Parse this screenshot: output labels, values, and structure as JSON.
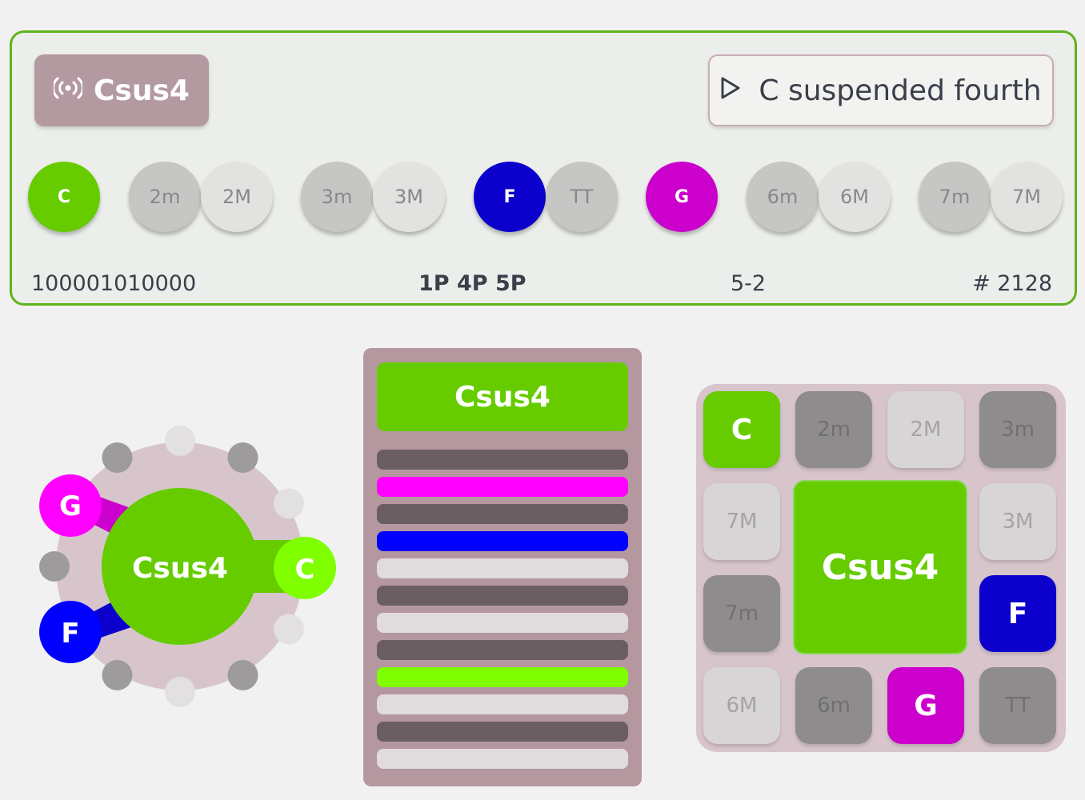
{
  "chord": {
    "symbol": "Csus4",
    "full_name": "C suspended fourth",
    "binary": "100001010000",
    "intervals_formula": "1P 4P 5P",
    "forte": "5-2",
    "number": "# 2128"
  },
  "icons": {
    "broadcast": "broadcast-icon",
    "play": "play-icon"
  },
  "colors": {
    "card_border": "#5fb31c",
    "root": "#66cc00",
    "fourth": "#0b00cc",
    "fifth": "#cc00cc",
    "bright_root": "#7fff00",
    "bright_fourth": "#0000ff",
    "bright_fifth": "#ff00ff",
    "panel": "#b5979f"
  },
  "interval_row": [
    {
      "label": "C",
      "active": true,
      "color": "#66cc00"
    },
    {
      "label": "2m",
      "active": false
    },
    {
      "label": "2M",
      "active": false
    },
    {
      "label": "3m",
      "active": false
    },
    {
      "label": "3M",
      "active": false
    },
    {
      "label": "F",
      "active": true,
      "color": "#0b00cc"
    },
    {
      "label": "TT",
      "active": false
    },
    {
      "label": "G",
      "active": true,
      "color": "#cc00cc"
    },
    {
      "label": "6m",
      "active": false
    },
    {
      "label": "6M",
      "active": false
    },
    {
      "label": "7m",
      "active": false
    },
    {
      "label": "7M",
      "active": false
    }
  ],
  "circle": {
    "center_label": "Csus4",
    "notes": [
      {
        "label": "C"
      },
      {
        "label": "G"
      },
      {
        "label": "F"
      }
    ]
  },
  "bars": {
    "title": "Csus4",
    "rows": [
      "dark",
      "#ff00ff",
      "dark",
      "#0000ff",
      "light",
      "dark",
      "light",
      "dark",
      "#7fff00",
      "light",
      "dark",
      "light"
    ]
  },
  "grid": {
    "center_label": "Csus4",
    "cells": [
      {
        "label": "C",
        "tone": "on",
        "color": "#66cc00"
      },
      {
        "label": "2m",
        "tone": "dark"
      },
      {
        "label": "2M",
        "tone": "light"
      },
      {
        "label": "3m",
        "tone": "dark"
      },
      {
        "label": "7M",
        "tone": "light"
      },
      {
        "label": "3M",
        "tone": "light"
      },
      {
        "label": "7m",
        "tone": "dark"
      },
      {
        "label": "F",
        "tone": "on",
        "color": "#0b00cc"
      },
      {
        "label": "6M",
        "tone": "light"
      },
      {
        "label": "6m",
        "tone": "dark"
      },
      {
        "label": "G",
        "tone": "on",
        "color": "#cc00cc"
      },
      {
        "label": "TT",
        "tone": "dark"
      }
    ]
  }
}
